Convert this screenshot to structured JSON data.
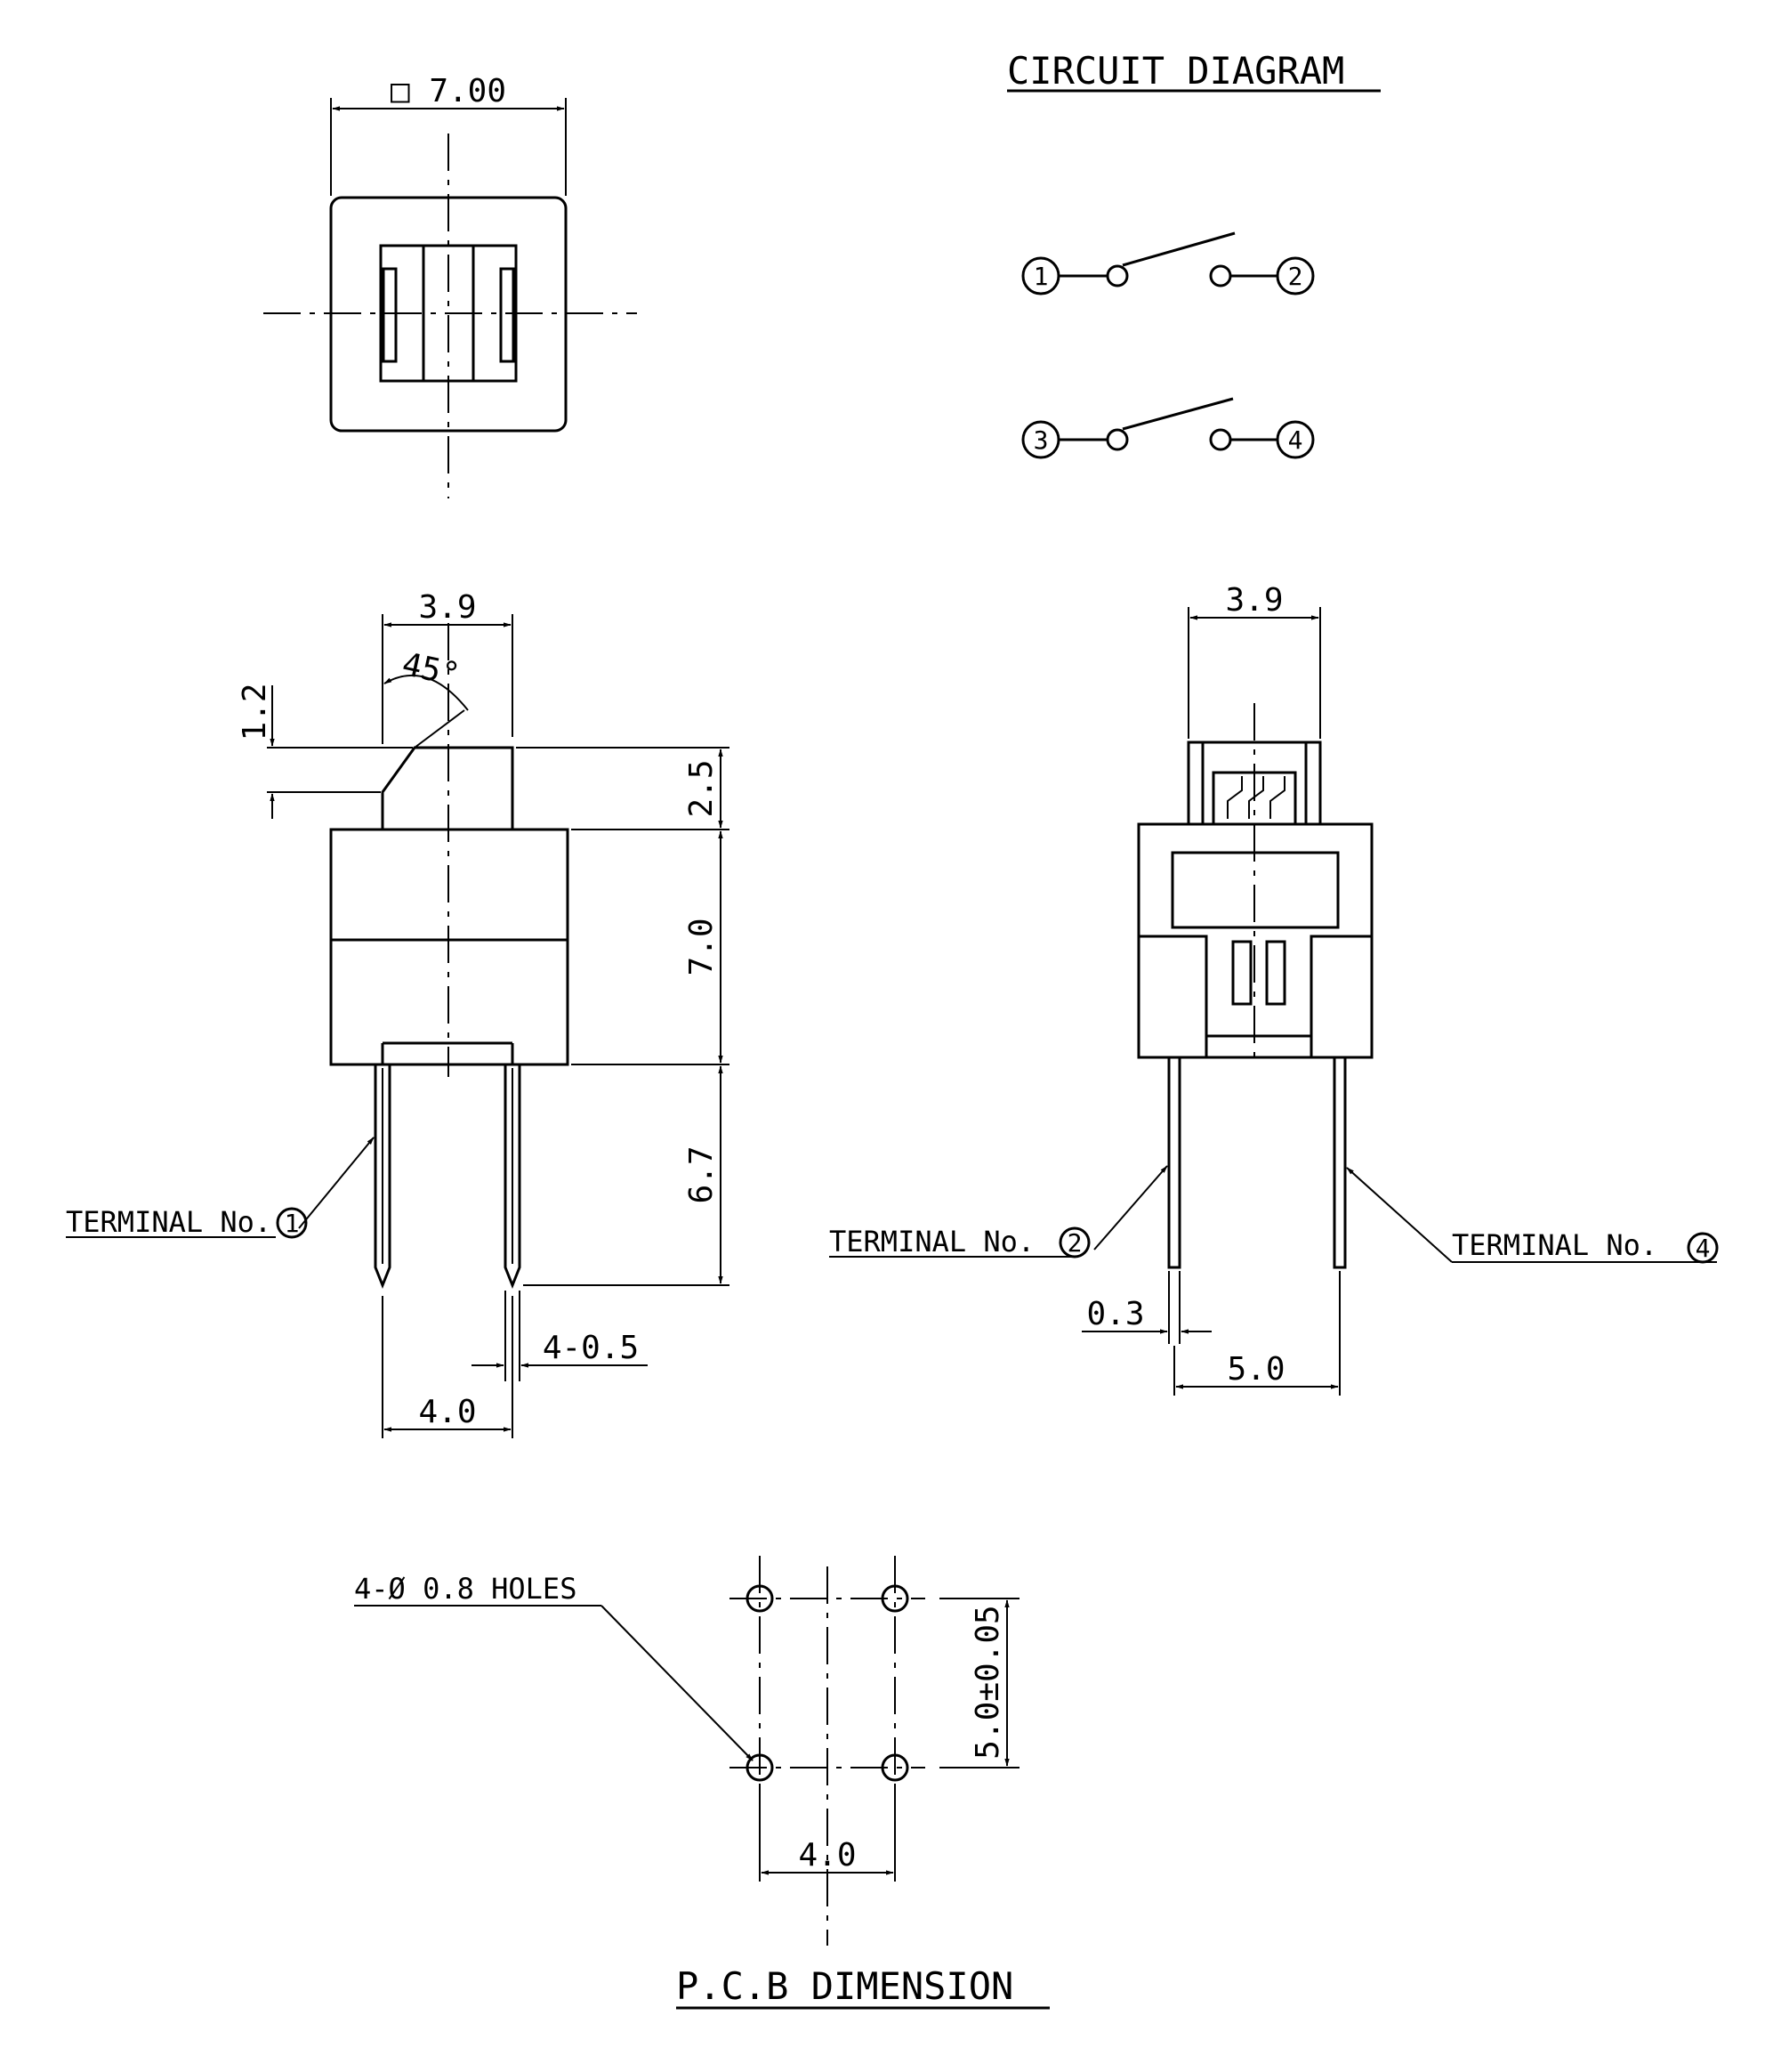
{
  "top_view": {
    "dim_width": "□ 7.00"
  },
  "circuit_diagram": {
    "title": "CIRCUIT DIAGRAM",
    "terminals": [
      "1",
      "2",
      "3",
      "4"
    ]
  },
  "side_view": {
    "dim_actuator_width": "3.9",
    "dim_angle": "45°",
    "dim_chamfer": "1.2",
    "dim_actuator_height": "2.5",
    "dim_body_height": "7.0",
    "dim_pin_length": "6.7",
    "dim_pin_width": "4-0.5",
    "dim_pin_pitch": "4.0",
    "terminal_label": "TERMINAL No.",
    "terminal_number": "1"
  },
  "front_view": {
    "dim_actuator_width": "3.9",
    "dim_pin_thickness": "0.3",
    "dim_pin_pitch": "5.0",
    "terminal_left_label": "TERMINAL No.",
    "terminal_left_number": "2",
    "terminal_right_label": "TERMINAL No.",
    "terminal_right_number": "4"
  },
  "pcb": {
    "holes_label": "4-Ø 0.8 HOLES",
    "dim_vertical": "5.0±0.05",
    "dim_horizontal": "4.0",
    "title": "P.C.B DIMENSION"
  }
}
